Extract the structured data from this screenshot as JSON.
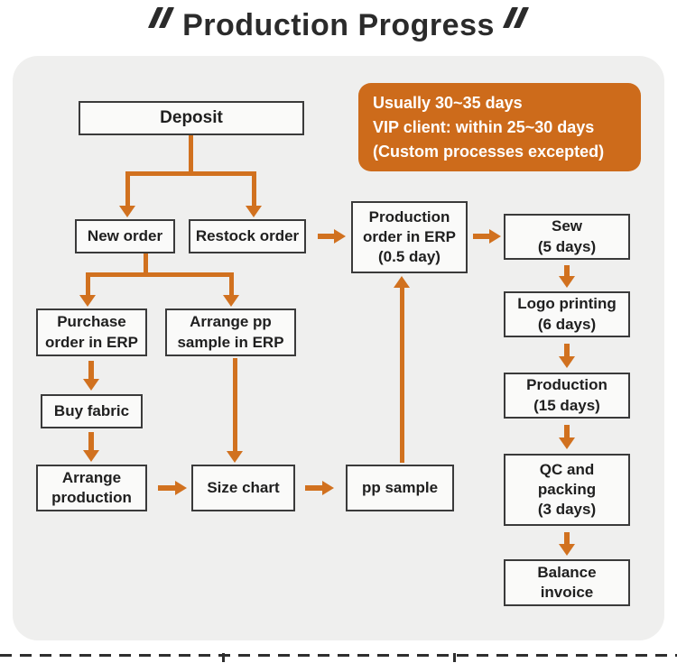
{
  "title": {
    "text": "Production Progress"
  },
  "callout": {
    "lines": [
      "Usually 30~35 days",
      "VIP client: within 25~30 days",
      "(Custom processes excepted)"
    ]
  },
  "flowchart": {
    "boxes": [
      {
        "id": "deposit",
        "label": "Deposit"
      },
      {
        "id": "new-order",
        "label": "New order"
      },
      {
        "id": "restock-order",
        "label": "Restock order"
      },
      {
        "id": "purchase-order",
        "label": "Purchase\norder in ERP"
      },
      {
        "id": "arrange-pp-sample",
        "label": "Arrange pp\nsample in ERP"
      },
      {
        "id": "buy-fabric",
        "label": "Buy fabric"
      },
      {
        "id": "arrange-production",
        "label": "Arrange\nproduction"
      },
      {
        "id": "size-chart",
        "label": "Size chart"
      },
      {
        "id": "pp-sample",
        "label": "pp sample"
      },
      {
        "id": "production-order",
        "label": "Production\norder in ERP\n(0.5 day)"
      },
      {
        "id": "sew",
        "label": "Sew\n(5 days)"
      },
      {
        "id": "logo-printing",
        "label": "Logo printing\n(6 days)"
      },
      {
        "id": "production",
        "label": "Production\n(15 days)"
      },
      {
        "id": "qc-packing",
        "label": "QC and\npacking\n(3 days)"
      },
      {
        "id": "balance-invoice",
        "label": "Balance\ninvoice"
      }
    ]
  },
  "colors": {
    "accent": "#CD6B1B",
    "arrow": "#D1711F",
    "panel_bg": "#EFEFEE",
    "box_border": "#3A3A3A",
    "text": "#1F1F1F"
  }
}
